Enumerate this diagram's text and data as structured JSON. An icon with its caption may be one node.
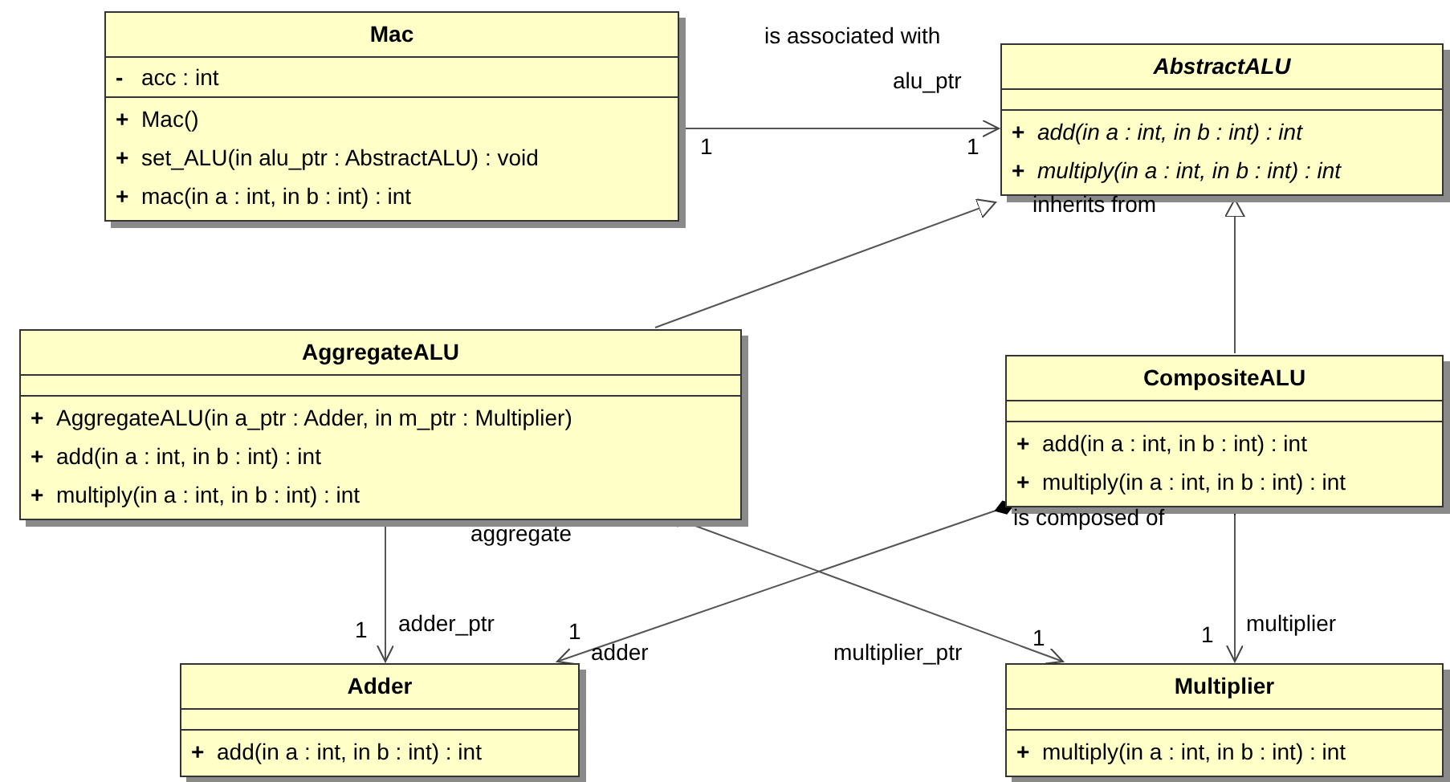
{
  "diagram": {
    "nodes": [
      {
        "text": [
          "Mac",
          "- acc : int",
          "+ Mac()",
          "+ set_ALU(in alu_ptr : AbstractALU) : void",
          "+ mac(in a : int, in b : int) : int"
        ]
      },
      {
        "text": [
          "AbstractALU",
          "+ add(in a : int, in b : int) : int",
          "+ multiply(in a : int, in b : int) : int"
        ]
      },
      {
        "text": [
          "AggregateALU",
          "+ AggregateALU(in a_ptr : Adder, in m_ptr : Multiplier)",
          "+ add(in a : int, in b : int) : int",
          "+ multiply(in a : int, in b : int) : int"
        ]
      },
      {
        "text": [
          "CompositeALU",
          "+ add(in a : int, in b : int) : int",
          "+ multiply(in a : int, in b : int) : int"
        ]
      },
      {
        "text": [
          "Adder",
          "+ add(in a : int, in b : int) : int"
        ]
      },
      {
        "text": [
          "Multiplier",
          "+ multiply(in a : int, in b : int) : int"
        ]
      }
    ],
    "edges": [
      {
        "from": 0,
        "to": 1,
        "arrow": "to",
        "label": "is associated with"
      },
      {
        "from": 2,
        "to": 1,
        "arrow": "to"
      },
      {
        "from": 3,
        "to": 1,
        "arrow": "to"
      },
      {
        "from": 2,
        "to": 4,
        "arrow": "to"
      },
      {
        "from": 2,
        "to": 5,
        "arrow": "to"
      },
      {
        "from": 3,
        "to": 4,
        "arrow": "to"
      },
      {
        "from": 3,
        "to": 5,
        "arrow": "to"
      }
    ],
    "labels": [
      "alu_ptr",
      "1",
      "1",
      "inherits from",
      "aggregate",
      "is composed of",
      "1",
      "adder_ptr",
      "1",
      "adder",
      "1",
      "multiplier",
      "multiplier_ptr",
      "1"
    ]
  }
}
